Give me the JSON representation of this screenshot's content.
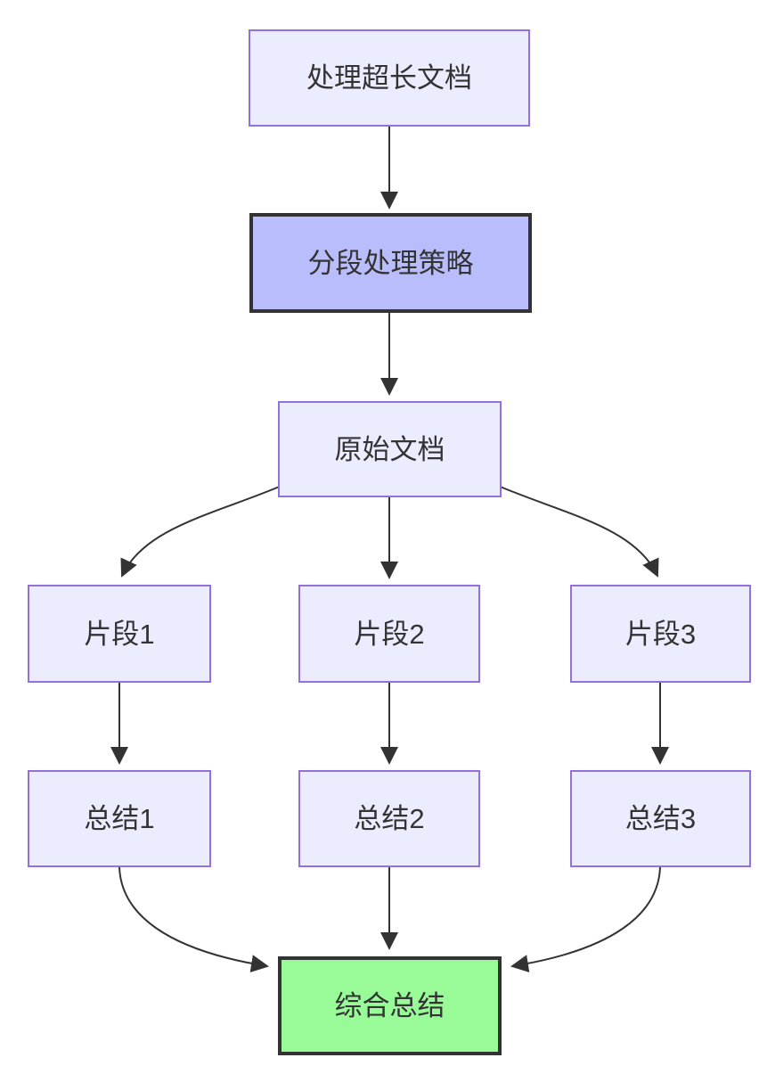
{
  "diagram": {
    "type": "flowchart",
    "direction": "top-down",
    "nodes": [
      {
        "id": "process",
        "label": "处理超长文档",
        "role": "default"
      },
      {
        "id": "strategy",
        "label": "分段处理策略",
        "role": "emphasis"
      },
      {
        "id": "original",
        "label": "原始文档",
        "role": "default"
      },
      {
        "id": "frag1",
        "label": "片段1",
        "role": "default"
      },
      {
        "id": "frag2",
        "label": "片段2",
        "role": "default"
      },
      {
        "id": "frag3",
        "label": "片段3",
        "role": "default"
      },
      {
        "id": "sum1",
        "label": "总结1",
        "role": "default"
      },
      {
        "id": "sum2",
        "label": "总结2",
        "role": "default"
      },
      {
        "id": "sum3",
        "label": "总结3",
        "role": "default"
      },
      {
        "id": "final",
        "label": "综合总结",
        "role": "success"
      }
    ],
    "edges": [
      {
        "from": "处理超长文档",
        "to": "分段处理策略"
      },
      {
        "from": "分段处理策略",
        "to": "原始文档"
      },
      {
        "from": "原始文档",
        "to": "片段1"
      },
      {
        "from": "原始文档",
        "to": "片段2"
      },
      {
        "from": "原始文档",
        "to": "片段3"
      },
      {
        "from": "片段1",
        "to": "总结1"
      },
      {
        "from": "片段2",
        "to": "总结2"
      },
      {
        "from": "片段3",
        "to": "总结3"
      },
      {
        "from": "总结1",
        "to": "综合总结"
      },
      {
        "from": "总结2",
        "to": "综合总结"
      },
      {
        "from": "总结3",
        "to": "综合总结"
      }
    ],
    "colors": {
      "background": "#FFFFFF",
      "node_fill": "#ECECFF",
      "node_border": "#9370DB",
      "emphasis_fill": "#B9BDFB",
      "emphasis_border": "#333333",
      "success_fill": "#98FB98",
      "success_border": "#333333",
      "edge": "#333333",
      "text": "#333333"
    }
  }
}
